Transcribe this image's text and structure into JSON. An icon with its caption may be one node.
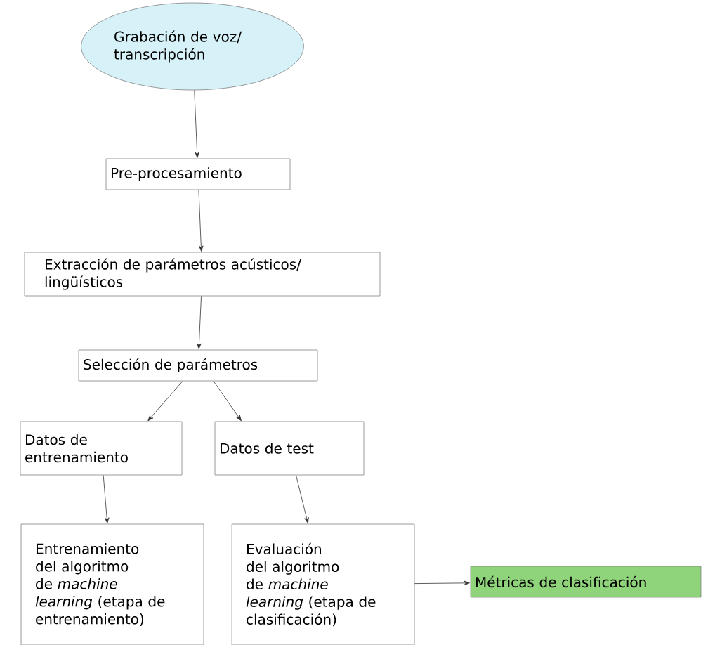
{
  "diagram": {
    "nodes": [
      {
        "text": [
          "Grabación de voz/ transcripción"
        ]
      },
      {
        "text": [
          "Pre-procesamiento"
        ]
      },
      {
        "text": [
          "Extracción de parámetros acústicos/ lingüísticos"
        ]
      },
      {
        "text": [
          "Selección de parámetros"
        ]
      },
      {
        "text": [
          "Datos de entrenamiento"
        ]
      },
      {
        "text": [
          "Datos de test"
        ]
      },
      {
        "text": [
          "Entrenamiento del algoritmo de *machine learning* (etapa de entrenamiento)"
        ]
      },
      {
        "text": [
          "Evaluación del algoritmo de *machine learning* (etapa de clasificación)"
        ]
      },
      {
        "text": [
          "Métricas de clasificación"
        ]
      }
    ],
    "edges": [
      {
        "from": 0,
        "to": 1,
        "arrow": "to"
      },
      {
        "from": 1,
        "to": 2,
        "arrow": "to"
      },
      {
        "from": 2,
        "to": 3,
        "arrow": "to"
      },
      {
        "from": 3,
        "to": 4,
        "arrow": "to"
      },
      {
        "from": 3,
        "to": 5,
        "arrow": "to"
      },
      {
        "from": 4,
        "to": 6,
        "arrow": "to"
      },
      {
        "from": 5,
        "to": 7,
        "arrow": "to"
      },
      {
        "from": 7,
        "to": 8,
        "arrow": "to"
      }
    ]
  }
}
